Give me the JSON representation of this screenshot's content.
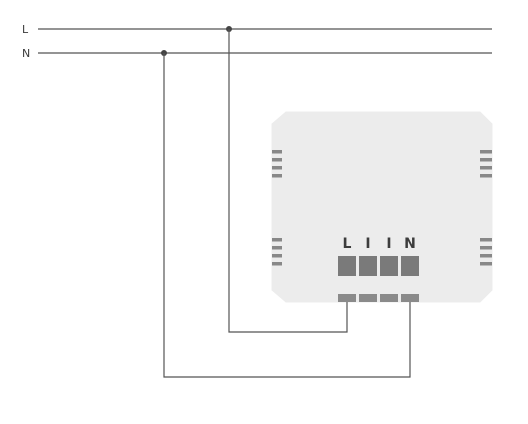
{
  "lines": {
    "live": {
      "label": "L"
    },
    "neutral": {
      "label": "N"
    }
  },
  "device": {
    "terminals": [
      {
        "label": "L"
      },
      {
        "label": "I"
      },
      {
        "label": "I"
      },
      {
        "label": "N"
      }
    ]
  },
  "colors": {
    "wire": "#555555",
    "device_fill": "#ececec",
    "terminal_fill": "#7a7a7a",
    "vent": "#888888"
  }
}
